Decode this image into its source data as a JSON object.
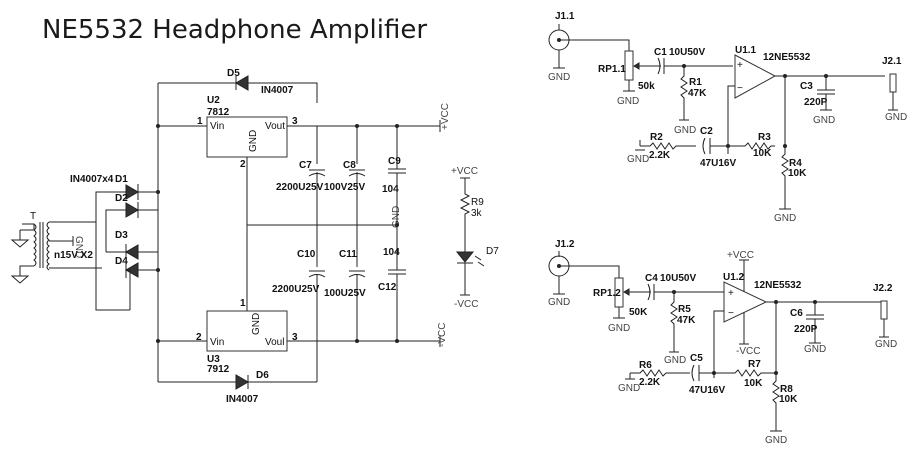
{
  "title": "NE5532 Headphone Amplifier",
  "power_supply": {
    "transformer": {
      "ref": "T",
      "secondary_label": "n15V X2",
      "center_tap": "GND"
    },
    "bridge": {
      "label": "IN4007x4",
      "diodes": [
        "D1",
        "D2",
        "D3",
        "D4"
      ]
    },
    "u2": {
      "ref": "U2",
      "part": "7812",
      "pin_in": "1",
      "pin_gnd": "2",
      "pin_out": "3",
      "vin": "Vin",
      "vout": "Vout",
      "gnd": "GND"
    },
    "u3": {
      "ref": "U3",
      "part": "7912",
      "pin_in": "2",
      "pin_gnd": "1",
      "pin_out": "3",
      "vin": "Vin",
      "vout": "Voul",
      "gnd": "GND"
    },
    "d5": {
      "ref": "D5",
      "part": "IN4007"
    },
    "d6": {
      "ref": "D6",
      "part": "IN4007"
    },
    "c7": {
      "ref": "C7",
      "value": "2200U25V"
    },
    "c8": {
      "ref": "C8",
      "value": "100V25V"
    },
    "c9": {
      "ref": "C9",
      "value": "104"
    },
    "c10": {
      "ref": "C10",
      "value": "2200U25V"
    },
    "c11": {
      "ref": "C11",
      "value": "100U25V"
    },
    "c12": {
      "ref": "C12",
      "value": "104"
    },
    "pos_rail": "+VCC",
    "neg_rail": "-VCC",
    "gnd": "GND",
    "led": {
      "vcc": "+VCC",
      "r_ref": "R9",
      "r_value": "3k",
      "d_ref": "D7",
      "vee": "-VCC"
    }
  },
  "channel1": {
    "jack_in": "J1.1",
    "jack_gnd": "GND",
    "pot": {
      "ref": "RP1.1",
      "value": "50k",
      "gnd": "GND"
    },
    "c_in": {
      "ref": "C1",
      "value": "10U50V"
    },
    "r_bias": {
      "ref": "R1",
      "value": "47K",
      "gnd": "GND"
    },
    "opamp": {
      "ref": "U1.1",
      "part": "12NE5532",
      "plus": "+",
      "minus": "−"
    },
    "r_gnd": {
      "ref": "R2",
      "value": "2.2K",
      "gnd": "GND"
    },
    "c_fb": {
      "ref": "C2",
      "value": "47U16V"
    },
    "r_fb": {
      "ref": "R3",
      "value": "10K"
    },
    "r_load": {
      "ref": "R4",
      "value": "10K",
      "gnd": "GND"
    },
    "c_out": {
      "ref": "C3",
      "value": "220P",
      "gnd": "GND"
    },
    "jack_out": "J2.1",
    "jack_out_gnd": "GND"
  },
  "channel2": {
    "jack_in": "J1.2",
    "jack_gnd": "GND",
    "pot": {
      "ref": "RP1.2",
      "value": "50K",
      "gnd": "GND"
    },
    "c_in": {
      "ref": "C4",
      "value": "10U50V"
    },
    "r_bias": {
      "ref": "R5",
      "value": "47K",
      "gnd": "GND"
    },
    "opamp": {
      "ref": "U1.2",
      "part": "12NE5532",
      "plus": "+",
      "minus": "−",
      "vcc": "+VCC",
      "vee": "-VCC"
    },
    "r_gnd": {
      "ref": "R6",
      "value": "2.2K",
      "gnd": "GND"
    },
    "c_fb": {
      "ref": "C5",
      "value": "47U16V"
    },
    "r_fb": {
      "ref": "R7",
      "value": "10K"
    },
    "r_load": {
      "ref": "R8",
      "value": "10K",
      "gnd": "GND"
    },
    "c_out": {
      "ref": "C6",
      "value": "220P",
      "gnd": "GND"
    },
    "jack_out": "J2.2",
    "jack_out_gnd": "GND"
  }
}
